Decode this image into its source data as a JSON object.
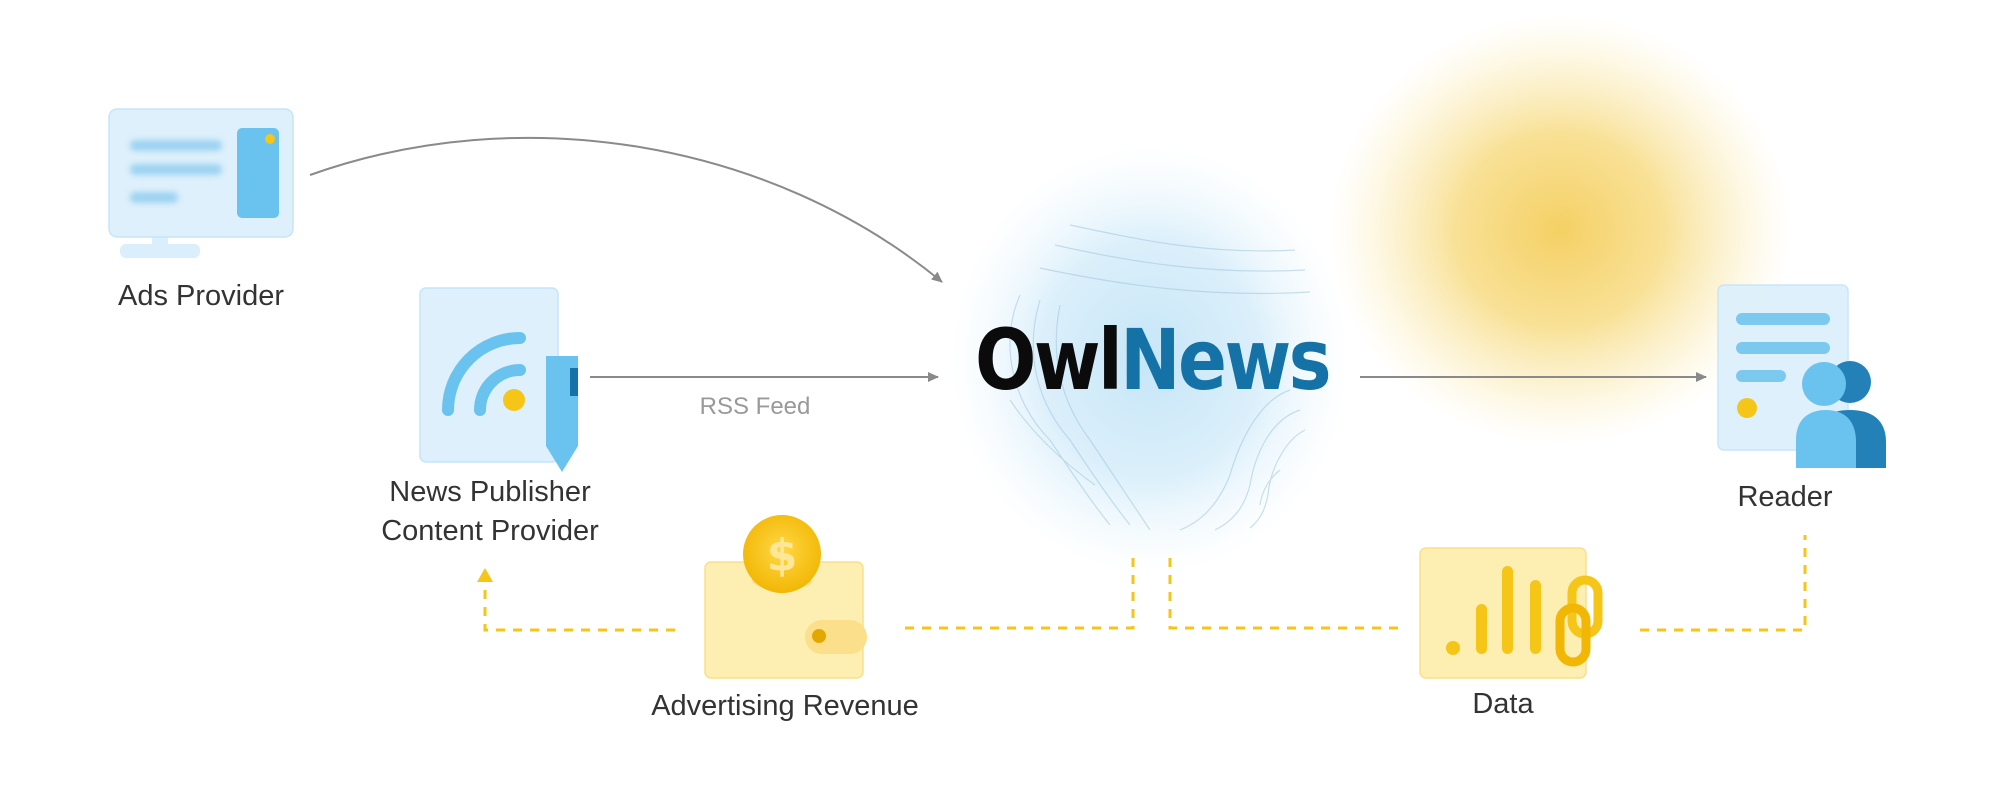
{
  "brand": {
    "part1": "Owl",
    "part2": "News"
  },
  "nodes": {
    "ads_provider": "Ads Provider",
    "publisher_line1": "News Publisher",
    "publisher_line2": "Content Provider",
    "reader": "Reader",
    "advertising_revenue": "Advertising Revenue",
    "data": "Data"
  },
  "edges": {
    "rss_feed": "RSS Feed"
  },
  "colors": {
    "blue": "#6ac3ef",
    "light_blue": "#ddf0fb",
    "yellow": "#f5c518",
    "light_yellow": "#fdeeb2",
    "dark_blue": "#1472a6"
  }
}
